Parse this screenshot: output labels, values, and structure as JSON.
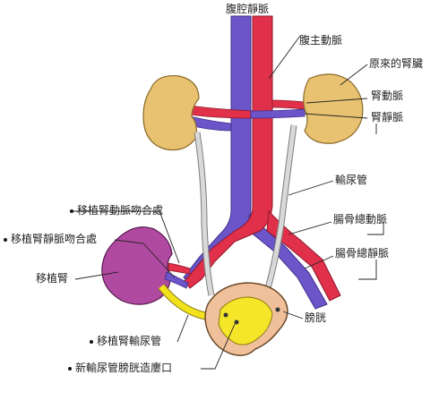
{
  "labels": {
    "ivc": "腹腔靜脈",
    "aorta": "腹主動脈",
    "native_kidney": "原來的腎臟",
    "renal_artery": "腎動脈",
    "renal_vein": "腎靜脈",
    "ureter": "輸尿管",
    "iliac_artery": "腸骨總動脈",
    "iliac_vein": "腸骨總靜脈",
    "bladder": "膀胱",
    "graft_artery_anastomosis": "移植腎動脈吻合處",
    "graft_vein_anastomosis": "移植腎靜脈吻合處",
    "graft_kidney": "移植腎",
    "graft_ureter": "移植腎輸尿管",
    "new_ureter_orifice": "新輸尿管膀胱造廔口"
  },
  "colors": {
    "vein": "#6b55c9",
    "artery": "#e0304a",
    "kidney": "#e8c271",
    "graft_kidney": "#b04aa0",
    "ureter": "#d9d9d9",
    "graft_ureter": "#f2e21c",
    "bladder_wall": "#f0c09a",
    "bladder_fill": "#f5e62a"
  }
}
